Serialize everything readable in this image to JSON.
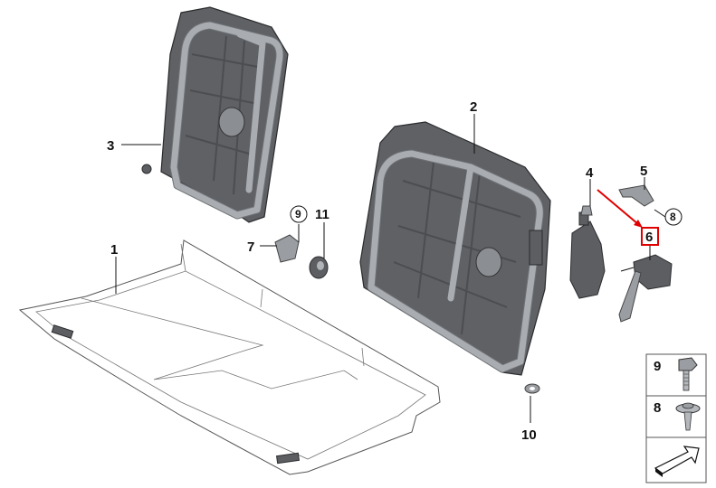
{
  "callouts": {
    "c1": "1",
    "c2": "2",
    "c3": "3",
    "c4": "4",
    "c5": "5",
    "c6": "6",
    "c7": "7",
    "c8": "8",
    "c9": "9",
    "c10": "10",
    "c11": "11"
  },
  "legend": {
    "item_a": "9",
    "item_b": "8"
  },
  "colors": {
    "highlight": "#e00000",
    "part_dark": "#5f6165",
    "tube": "#a9acb0"
  }
}
